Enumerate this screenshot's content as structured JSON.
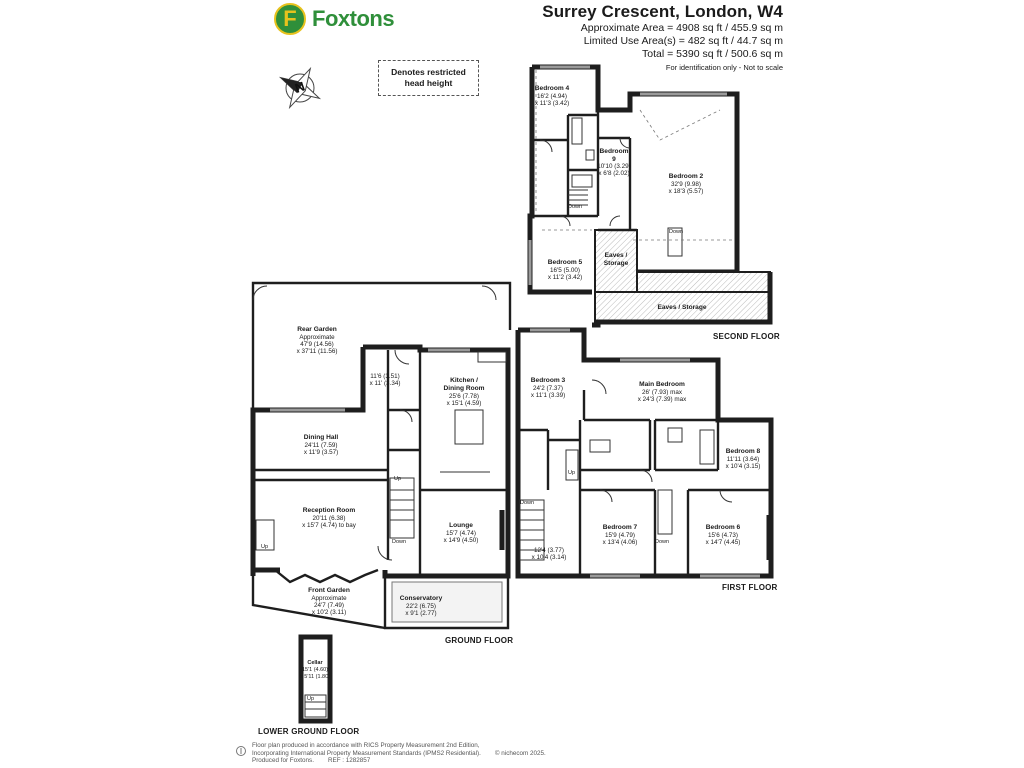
{
  "header": {
    "brand": "Foxtons",
    "brand_initial": "F",
    "title": "Surrey Crescent, London, W4",
    "approx_area": "Approximate Area = 4908 sq ft / 455.9 sq m",
    "limited_use": "Limited Use Area(s) = 482 sq ft / 44.7 sq m",
    "total": "Total = 5390 sq ft / 500.6 sq m",
    "note": "For identification only - Not to scale"
  },
  "legend": {
    "restricted_line1": "Denotes restricted",
    "restricted_line2": "head height",
    "north": "N"
  },
  "floors": {
    "second": "SECOND FLOOR",
    "first": "FIRST FLOOR",
    "ground": "GROUND FLOOR",
    "lower_ground": "LOWER GROUND FLOOR"
  },
  "rooms": {
    "bedroom4": {
      "name": "Bedroom 4",
      "l1": "16'2 (4.94)",
      "l2": "x 11'3 (3.42)"
    },
    "bedroom9": {
      "name": "Bedroom",
      "name2": "9",
      "l1": "10'10 (3.29)",
      "l2": "x 6'8 (2.02)"
    },
    "bedroom2": {
      "name": "Bedroom 2",
      "l1": "32'9 (9.98)",
      "l2": "x 18'3 (5.57)"
    },
    "bedroom5": {
      "name": "Bedroom 5",
      "l1": "16'5 (5.00)",
      "l2": "x 11'2 (3.42)"
    },
    "eaves1": {
      "name": "Eaves /",
      "name2": "Storage"
    },
    "eaves2": {
      "name": "Eaves / Storage"
    },
    "bedroom3": {
      "name": "Bedroom 3",
      "l1": "24'2 (7.37)",
      "l2": "x 11'1 (3.39)"
    },
    "main_bedroom": {
      "name": "Main Bedroom",
      "l1": "26' (7.93) max",
      "l2": "x 24'3 (7.39) max"
    },
    "bedroom8": {
      "name": "Bedroom 8",
      "l1": "11'11 (3.64)",
      "l2": "x 10'4 (3.15)"
    },
    "bedroom7": {
      "name": "Bedroom 7",
      "l1": "15'9 (4.79)",
      "l2": "x 13'4 (4.06)"
    },
    "bedroom6": {
      "name": "Bedroom 6",
      "l1": "15'6 (4.73)",
      "l2": "x 14'7 (4.45)"
    },
    "landing": {
      "l1": "12'4 (3.77)",
      "l2": "x 10'4 (3.14)"
    },
    "rear_garden": {
      "name": "Rear Garden",
      "l1": "Approximate",
      "l2": "47'9 (14.56)",
      "l3": "x 37'11 (11.56)"
    },
    "utility": {
      "l1": "11'6 (3.51)",
      "l2": "x 11' (3.34)"
    },
    "kitchen": {
      "name": "Kitchen /",
      "name2": "Dining Room",
      "l1": "25'6 (7.78)",
      "l2": "x 15'1 (4.59)"
    },
    "dining_hall": {
      "name": "Dining Hall",
      "l1": "24'11 (7.59)",
      "l2": "x 11'9 (3.57)"
    },
    "reception": {
      "name": "Reception Room",
      "l1": "20'11 (6.38)",
      "l2": "x 15'7 (4.74) to bay"
    },
    "lounge": {
      "name": "Lounge",
      "l1": "15'7 (4.74)",
      "l2": "x 14'9 (4.50)"
    },
    "front_garden": {
      "name": "Front Garden",
      "l1": "Approximate",
      "l2": "24'7 (7.49)",
      "l3": "x 10'2 (3.11)"
    },
    "conservatory": {
      "name": "Conservatory",
      "l1": "22'2 (6.75)",
      "l2": "x 9'1 (2.77)"
    },
    "cellar": {
      "name": "Cellar",
      "l1": "15'1 (4.60)",
      "l2": "x 5'11 (1.80)"
    }
  },
  "stairs": {
    "up": "Up",
    "down": "Down"
  },
  "footer": {
    "line1": "Floor plan produced in accordance with RICS Property Measurement 2nd Edition,",
    "line2": "Incorporating International Property Measurement Standards (IPMS2 Residential).",
    "copyright": "© nichecom 2025.",
    "line3": "Produced for Foxtons.",
    "ref": "REF : 1282857"
  }
}
